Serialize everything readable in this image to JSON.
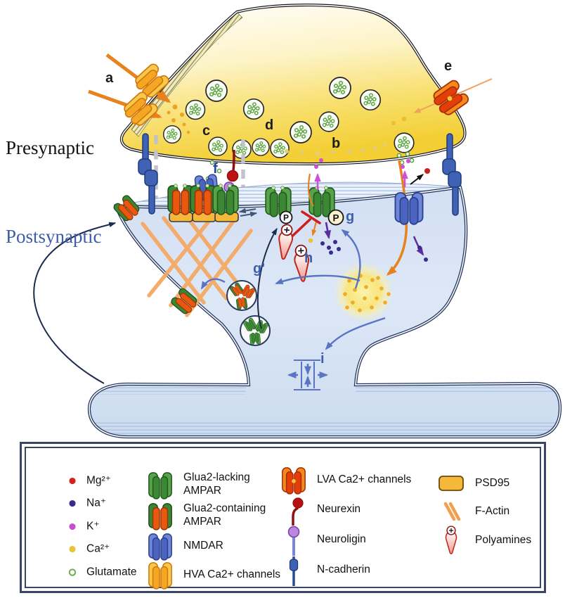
{
  "palette": {
    "presyn_yellow": "#f3cf35",
    "postsyn_blue_fill": "#d6e2f4",
    "membrane_navy": "#22335a",
    "membrane_black": "#161616",
    "ampar_green": "#4e9a43",
    "glua2_orange": "#e8590f",
    "nmdar_blue": "#5b79cf",
    "hva_orange": "#f5a623",
    "lva_red": "#e33d0a",
    "psd95_yellow": "#f6b83a",
    "factin_orange": "#f4a964",
    "neurexin_red": "#c01212",
    "neuroligin_purple": "#bd86de",
    "ncadherin_blue": "#3f62b4",
    "polyamine_red": "#c0281e",
    "mg_red": "#d42222",
    "na_purple": "#3b2a8e",
    "k_magenta": "#c44fcf",
    "ca_yellow": "#e9c235",
    "glutamate_green": "#6cae4a",
    "arrow_orange": "#e8821e",
    "arrow_blue": "#5a74c4",
    "arrow_navy": "#1d2b4d"
  },
  "diagram": {
    "region_labels": {
      "presynaptic": "Presynaptic",
      "postsynaptic": "Postsynaptic"
    },
    "annotations": {
      "a": "a",
      "b": "b",
      "c": "c",
      "d": "d",
      "e": "e",
      "f": "f",
      "g": "g",
      "g_prime": "g'",
      "h": "h",
      "i": "i"
    },
    "phospho_label": "P"
  },
  "legend": {
    "columns": [
      {
        "items": [
          {
            "icon": "mg-ion-dot",
            "label": "Mg²⁺"
          },
          {
            "icon": "na-ion-dot",
            "label": "Na⁺"
          },
          {
            "icon": "k-ion-dot",
            "label": "K⁺"
          },
          {
            "icon": "ca-ion-dot",
            "label": "Ca²⁺"
          },
          {
            "icon": "glutamate-dot",
            "label": "Glutamate"
          }
        ]
      },
      {
        "items": [
          {
            "icon": "glua2-lacking-ampar-icon",
            "label": "Glua2-lacking AMPAR"
          },
          {
            "icon": "glua2-containing-ampar-icon",
            "label": "Glua2-containing AMPAR"
          },
          {
            "icon": "nmdar-icon",
            "label": "NMDAR"
          },
          {
            "icon": "hva-channel-icon",
            "label": "HVA Ca2+ channels"
          }
        ]
      },
      {
        "items": [
          {
            "icon": "lva-channel-icon",
            "label": "LVA Ca2+ channels"
          },
          {
            "icon": "neurexin-icon",
            "label": "Neurexin"
          },
          {
            "icon": "neuroligin-icon",
            "label": "Neuroligin"
          },
          {
            "icon": "n-cadherin-icon",
            "label": "N-cadherin"
          }
        ]
      },
      {
        "items": [
          {
            "icon": "psd95-icon",
            "label": "PSD95"
          },
          {
            "icon": "f-actin-icon",
            "label": "F-Actin"
          },
          {
            "icon": "polyamines-icon",
            "label": "Polyamines"
          }
        ]
      }
    ]
  }
}
